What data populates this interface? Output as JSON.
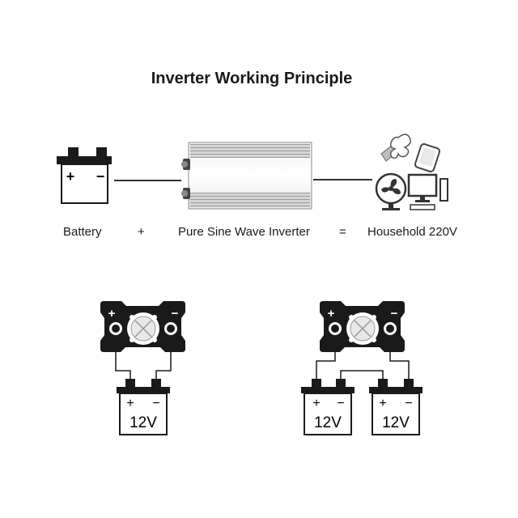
{
  "title": "Inverter Working Principle",
  "captions": {
    "battery": "Battery",
    "plus": "+",
    "inverter": "Pure Sine Wave Inverter",
    "equals": "=",
    "household": "Household 220V"
  },
  "battery_terminals": {
    "positive": "+",
    "negative": "−"
  },
  "battery_voltage": "12V",
  "icons": [
    "battery-icon",
    "inverter-icon",
    "light-bulb-icon",
    "phone-icon",
    "fan-icon",
    "computer-icon"
  ]
}
